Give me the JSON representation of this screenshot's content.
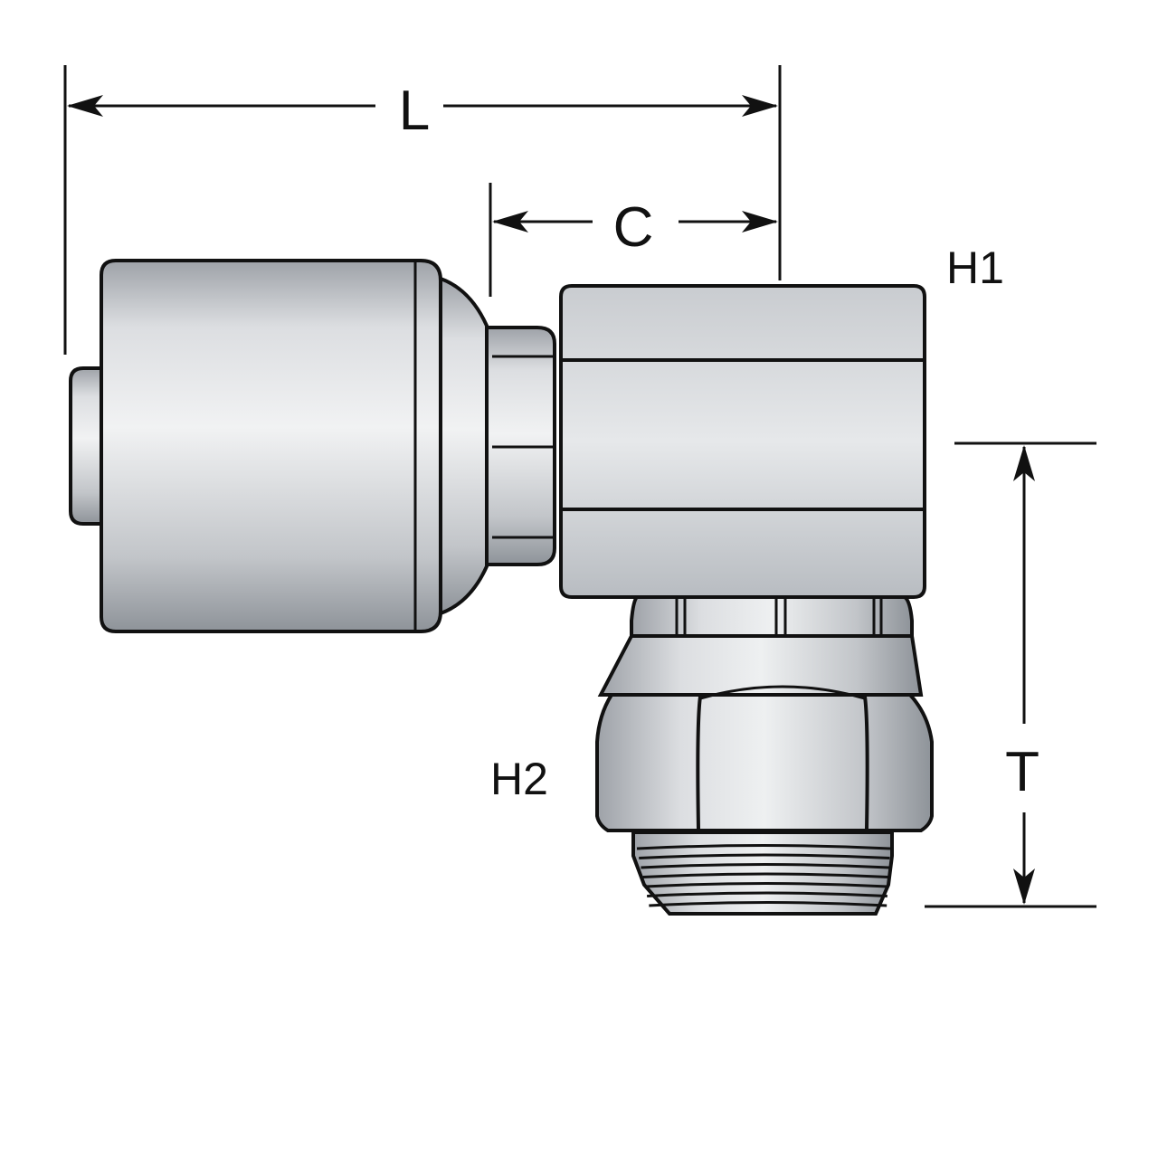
{
  "labels": {
    "length": "L",
    "cutoff": "C",
    "hex1": "H1",
    "hex2": "H2",
    "thread": "T"
  },
  "colors": {
    "outline": "#111111",
    "metal_light": "#e9eaec",
    "metal_mid": "#c5c8cc",
    "metal_dark": "#8e9399",
    "background": "#ffffff"
  }
}
